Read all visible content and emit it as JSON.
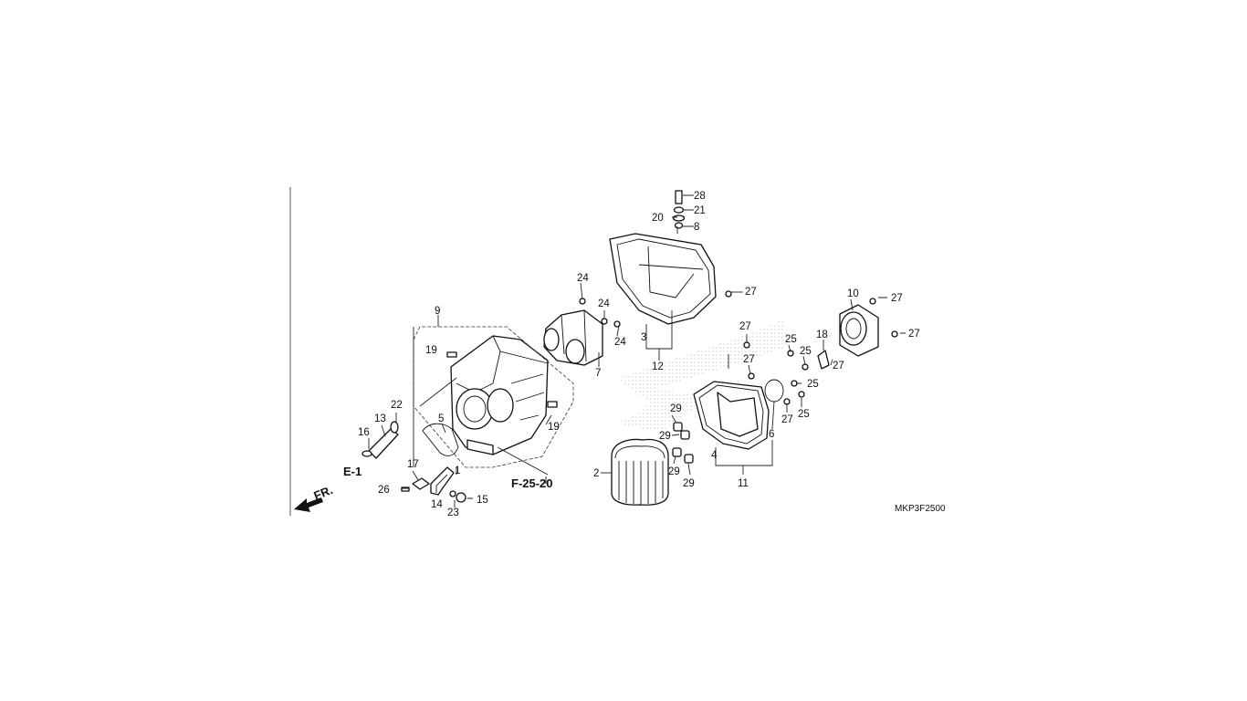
{
  "diagram": {
    "code": "MKP3F2500",
    "front_arrow_label": "FR.",
    "reference_labels": [
      "E-1",
      "F-25-20"
    ],
    "callouts": [
      "1",
      "2",
      "3",
      "4",
      "5",
      "6",
      "7",
      "8",
      "9",
      "10",
      "11",
      "12",
      "13",
      "14",
      "15",
      "16",
      "17",
      "18",
      "19",
      "19",
      "20",
      "21",
      "22",
      "23",
      "24",
      "24",
      "24",
      "25",
      "25",
      "25",
      "25",
      "26",
      "27",
      "27",
      "27",
      "27",
      "27",
      "27",
      "27",
      "28",
      "29",
      "29",
      "29",
      "29"
    ]
  }
}
